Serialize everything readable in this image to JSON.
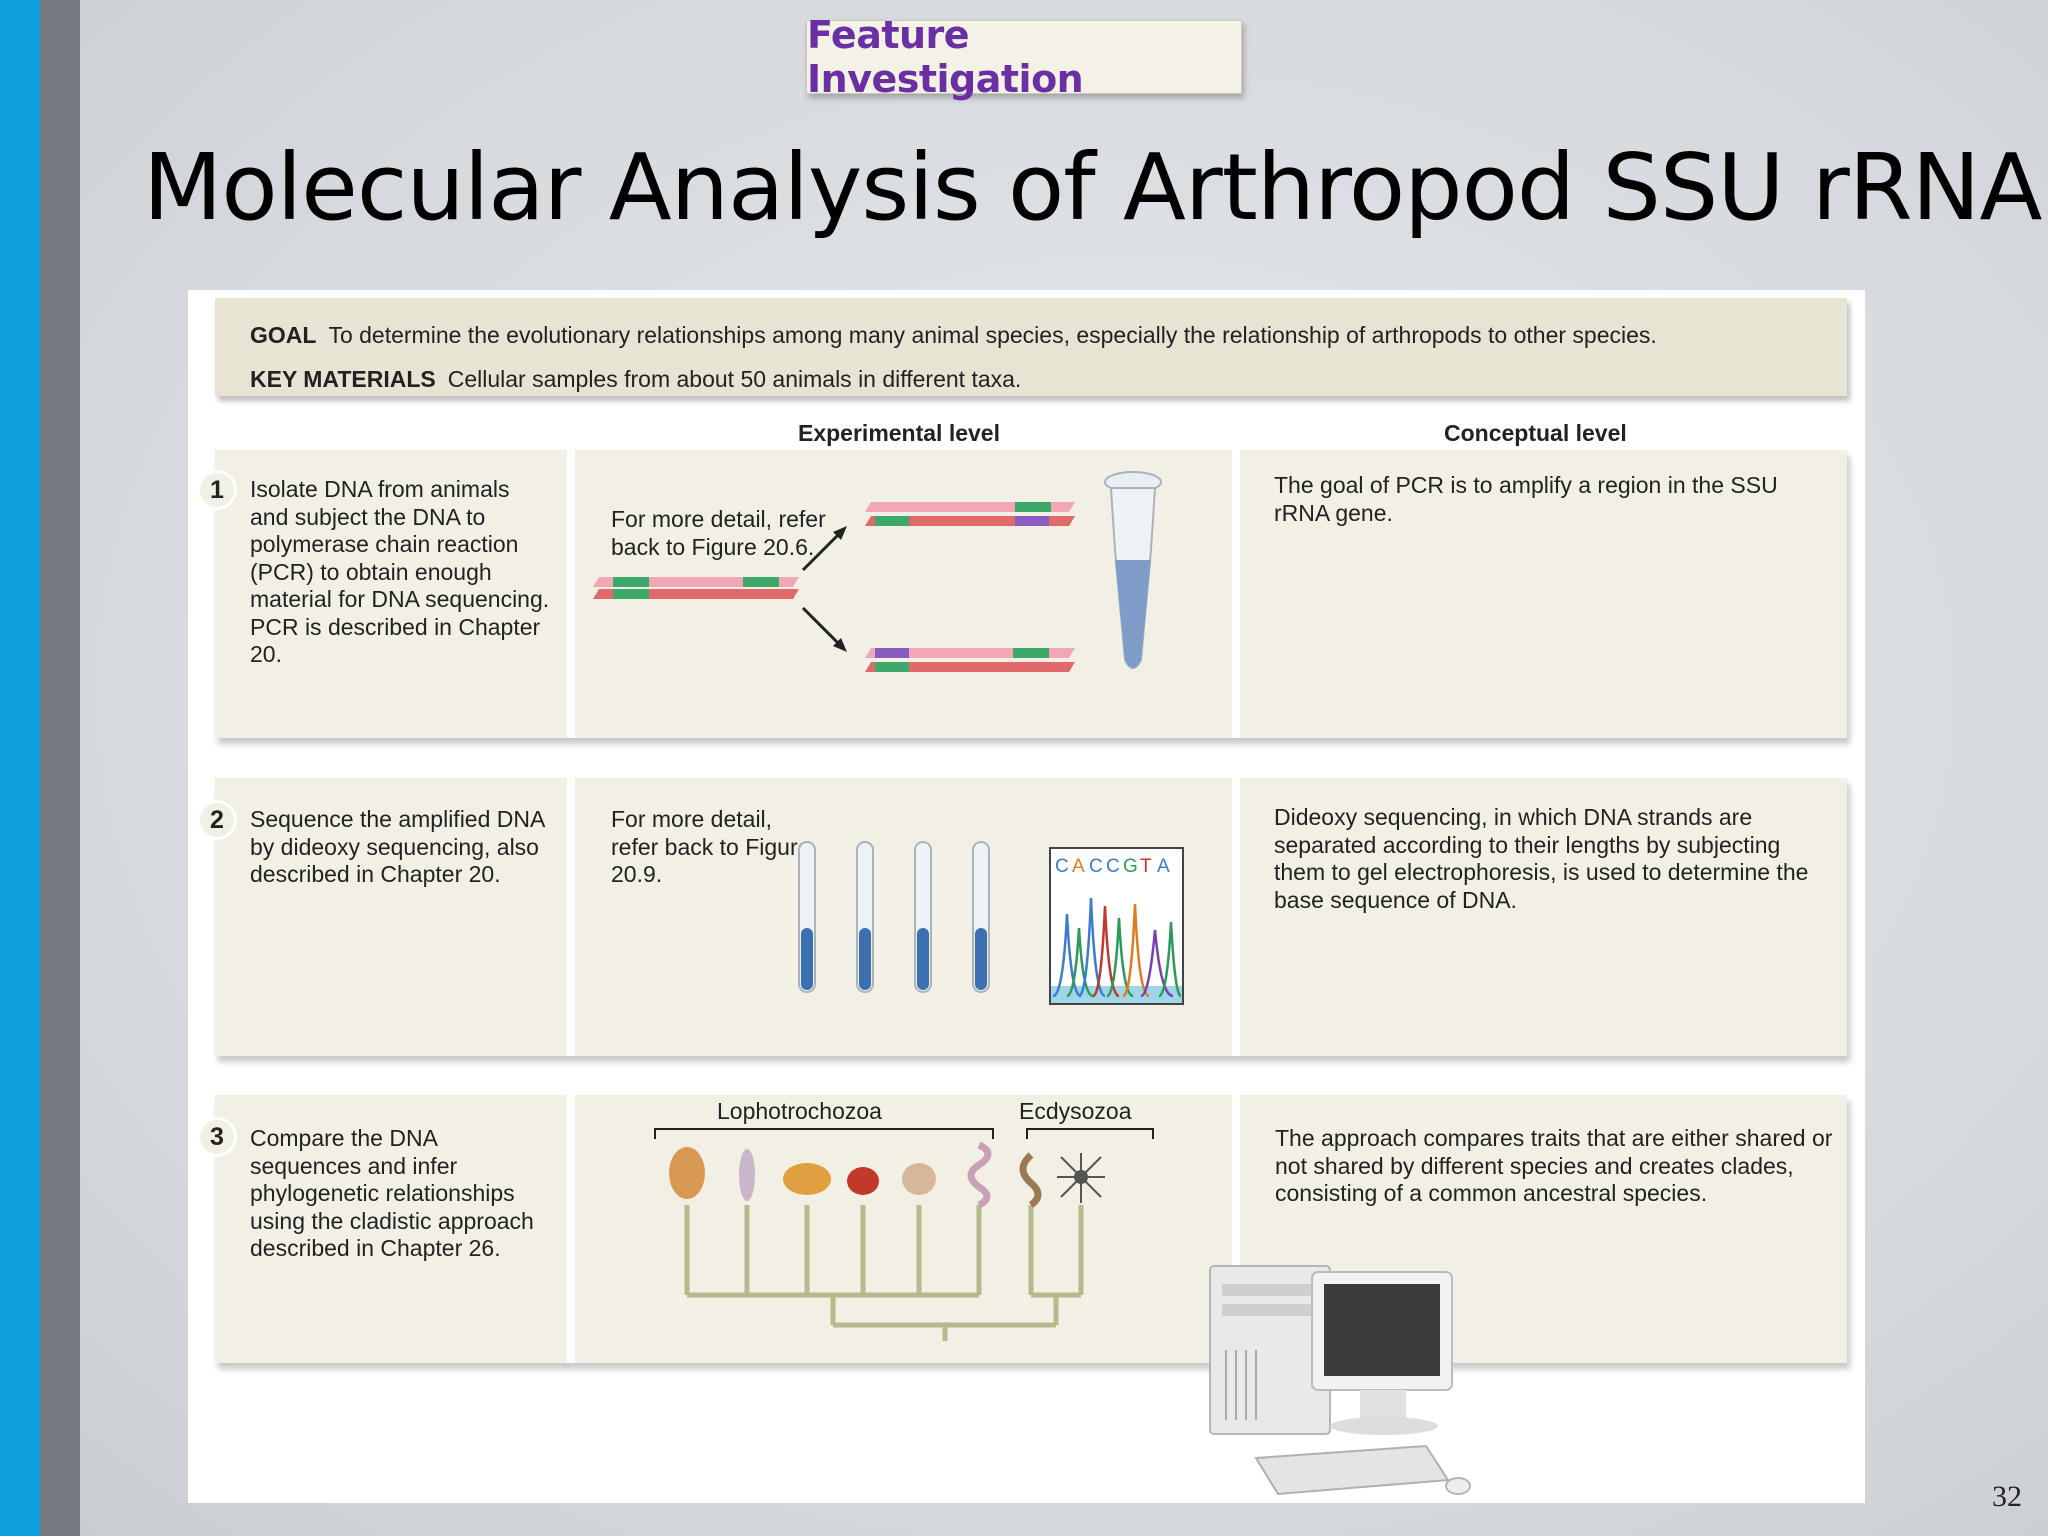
{
  "header": {
    "tag": "Feature Investigation",
    "title": "Molecular Analysis of Arthropod SSU rRNA"
  },
  "figure": {
    "goal_label": "GOAL",
    "goal_text": "To determine the evolutionary relationships among many animal species, especially the relationship of arthropods to other species.",
    "materials_label": "KEY MATERIALS",
    "materials_text": "Cellular samples from about 50 animals in different taxa.",
    "experimental_heading": "Experimental level",
    "conceptual_heading": "Conceptual level",
    "steps": [
      {
        "number": "1",
        "procedure": "Isolate DNA from animals and subject the DNA to polymerase chain reaction (PCR) to obtain enough material for DNA sequencing. PCR is described in Chapter 20.",
        "experimental_note": "For more detail, refer back to Figure 20.6.",
        "conceptual": "The goal of PCR is to amplify a region in the SSU rRNA gene."
      },
      {
        "number": "2",
        "procedure": "Sequence the amplified DNA by dideoxy sequencing, also described in Chapter 20.",
        "experimental_note": "For more detail, refer back to Figure 20.9.",
        "conceptual": "Dideoxy sequencing, in which DNA strands are separated according to their lengths by subjecting them to gel electrophoresis, is used to determine the base sequence of DNA."
      },
      {
        "number": "3",
        "procedure": "Compare the DNA sequences and infer phylogenetic relationships using the cladistic approach described in Chapter 26.",
        "conceptual": "The approach compares traits that are either shared or not shared by different species and creates clades, consisting of a common ancestral species."
      }
    ],
    "sequence_letters": [
      "C",
      "A",
      "C",
      "C",
      "G",
      "T",
      "A"
    ],
    "clade_labels": {
      "left": "Lophotrochozoa",
      "right": "Ecdysozoa"
    }
  },
  "page_number": "32",
  "colors": {
    "accent_blue": "#0ea0dc",
    "accent_gray": "#767a80",
    "tag_purple": "#6a2fa3",
    "panel_beige": "#f2f0e4"
  }
}
